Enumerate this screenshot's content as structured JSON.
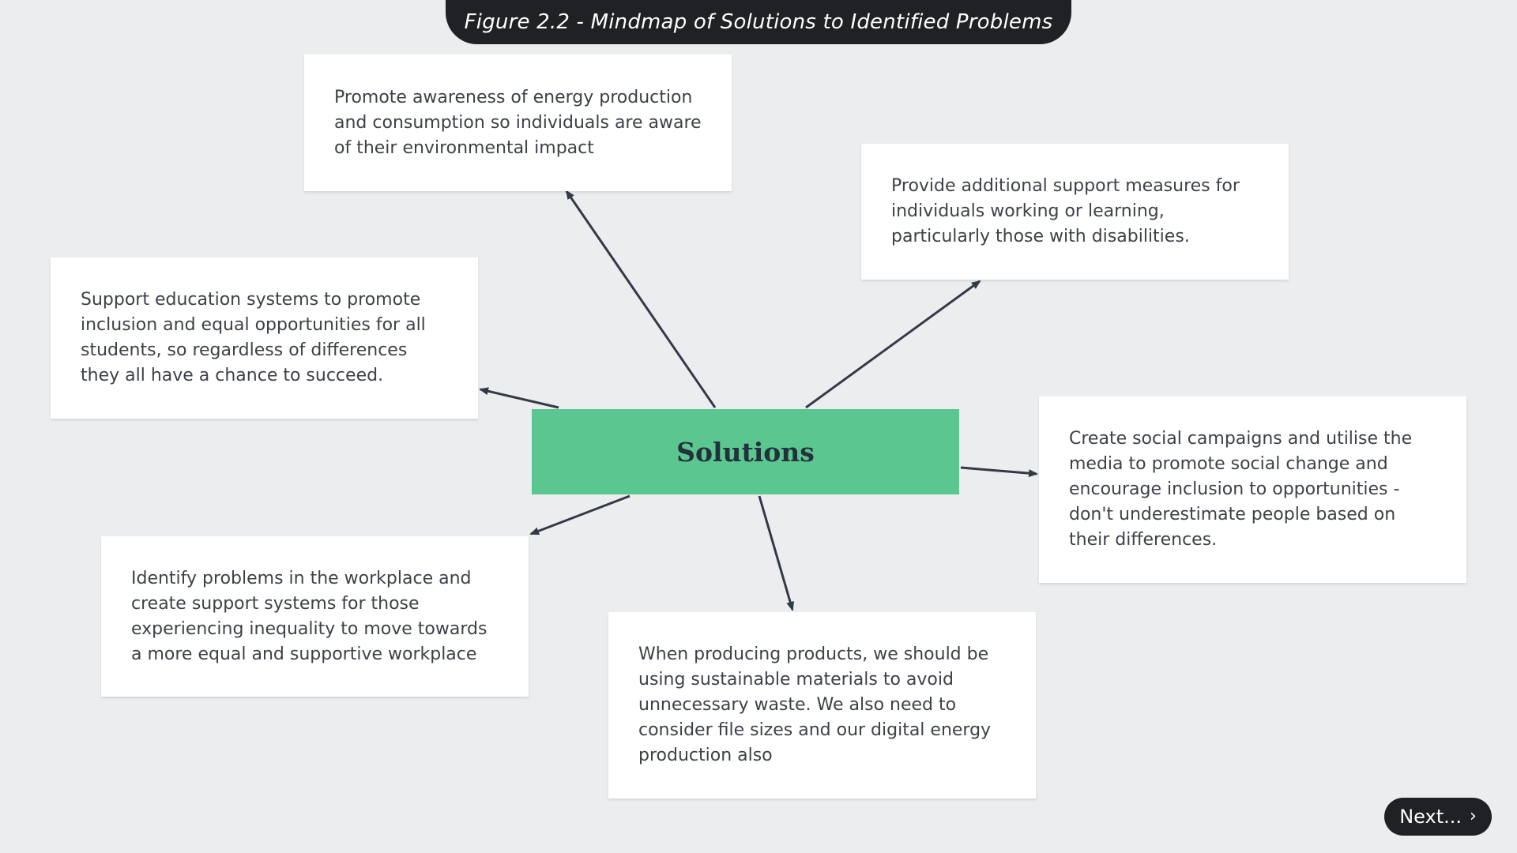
{
  "title": "Figure 2.2 - Mindmap of Solutions to Identified Problems",
  "center": {
    "label": "Solutions",
    "color": "#5bc68f"
  },
  "nodes": [
    {
      "id": "awareness",
      "text": "Promote awareness of energy production and consumption so individuals are aware of their environmental impact"
    },
    {
      "id": "support",
      "text": "Provide additional support measures for individuals working or learning, particularly those with disabilities."
    },
    {
      "id": "education",
      "text": "Support education systems to promote inclusion and equal opportunities for all students, so regardless of differences they all have a chance to succeed."
    },
    {
      "id": "campaigns",
      "text": "Create social campaigns and utilise the media to promote social change and encourage inclusion to opportunities - don't underestimate people based on their differences."
    },
    {
      "id": "workplace",
      "text": "Identify problems in the workplace and create support systems for those experiencing inequality to move towards a more equal and supportive workplace"
    },
    {
      "id": "sustainable",
      "text": "When producing products, we should be using sustainable materials to avoid unnecessary waste. We also need to consider file sizes and our digital energy production also"
    }
  ],
  "next_button": {
    "label": "Next...",
    "icon": "chevron-right-icon"
  },
  "colors": {
    "background": "#ebedef",
    "connector": "#343a45",
    "pill": "#1f2124"
  }
}
